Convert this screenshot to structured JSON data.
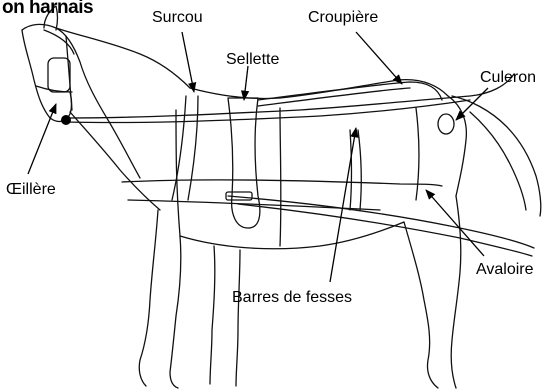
{
  "diagram": {
    "title": "on harnais",
    "labels": {
      "surcou": "Surcou",
      "croupiere": "Croupière",
      "sellette": "Sellette",
      "culeron": "Culeron",
      "oeillere": "Œillère",
      "avaloire": "Avaloire",
      "barres_de_fesses": "Barres de fesses"
    }
  }
}
